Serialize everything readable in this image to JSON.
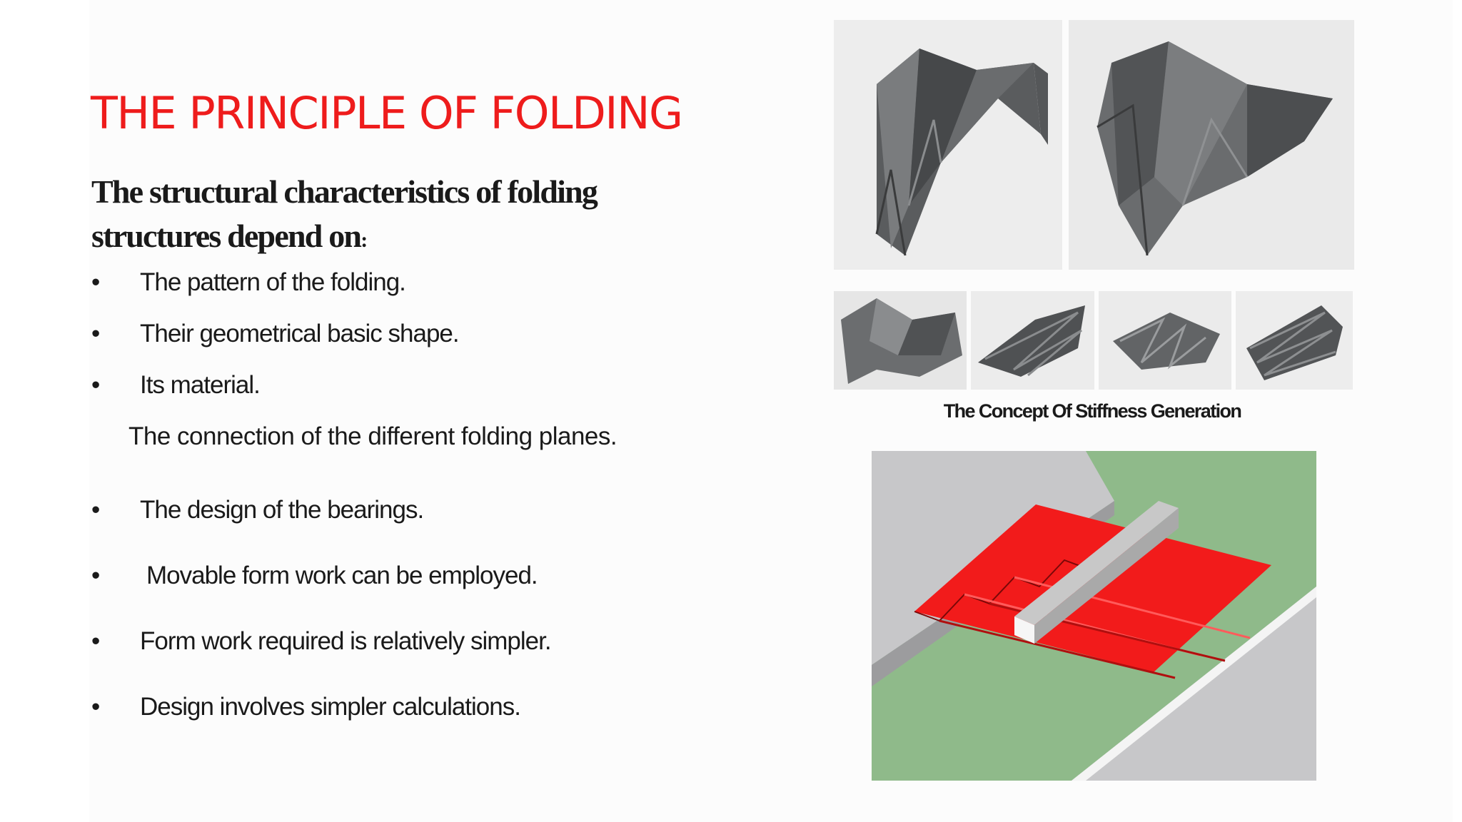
{
  "slide": {
    "title": "THE PRINCIPLE OF FOLDING",
    "subtitle_main": "The structural characteristics of folding structures  depend on",
    "subtitle_colon": ":",
    "bullets": [
      "The pattern of the folding.",
      "Their geometrical basic shape.",
      "Its material.",
      "The design of the bearings.",
      "Movable form work can be employed.",
      "Form work required is relatively simpler.",
      "Design involves simpler calculations."
    ],
    "bullet_symbol": "•",
    "plain_line": "The connection of the different folding planes.",
    "figure_caption": "The Concept Of Stiffness Generation"
  },
  "colors": {
    "title": "#ee1c1c",
    "text": "#1a1a1a",
    "fold_red": "#f21b1b",
    "ground_green": "#8fba8a",
    "slab_grey": "#c7c7c9",
    "paper_grey": "#5a5c5e"
  }
}
